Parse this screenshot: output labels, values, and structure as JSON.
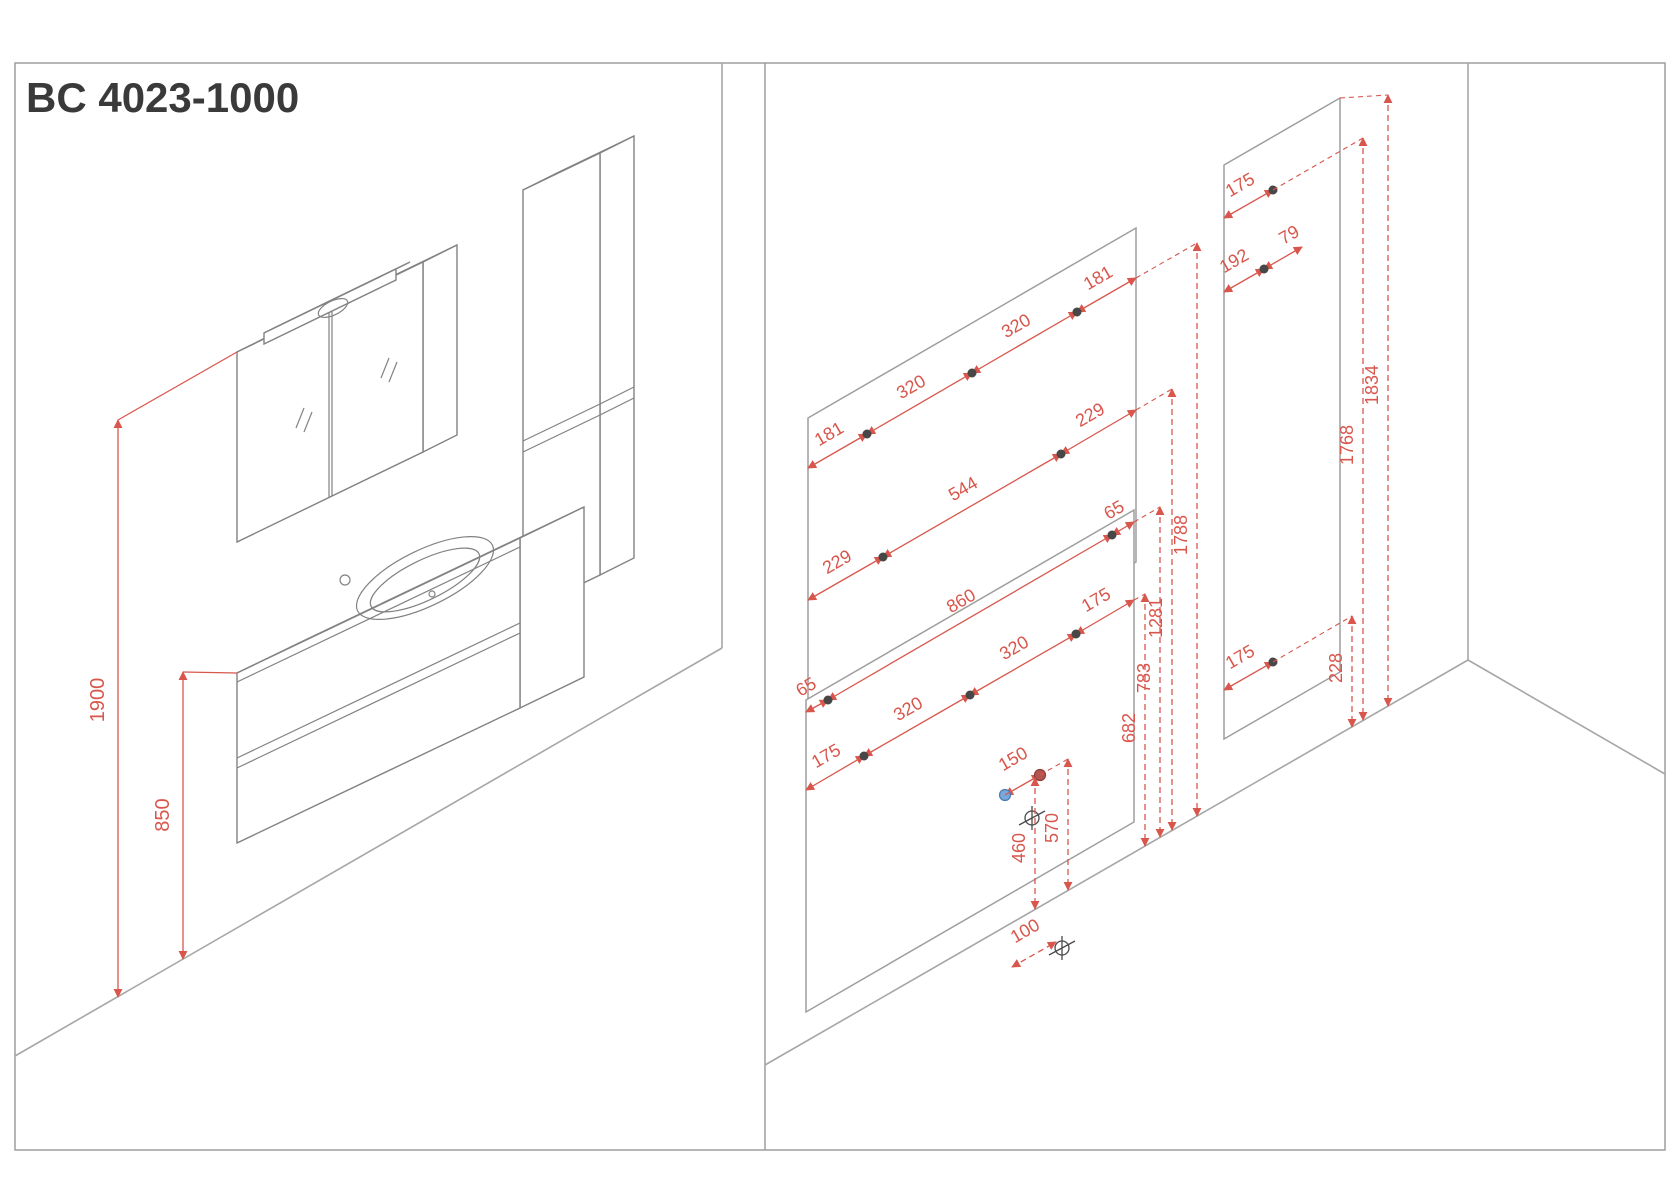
{
  "title": "BC 4023-1000",
  "colors": {
    "dimension_red": "#d8564c",
    "drawing_gray": "#828282",
    "room_gray": "#a6a6a6",
    "text_dark": "#3a3a3a",
    "cold_water_blue": "#7aa7d9",
    "hot_water_red": "#b45450"
  },
  "left_view": {
    "height_total": "1900",
    "height_vanity_top": "850"
  },
  "main": {
    "row_top": [
      "181",
      "320",
      "320",
      "181"
    ],
    "row_mid": [
      "229",
      "544",
      "229"
    ],
    "row_shelf": [
      "65",
      "860",
      "65"
    ],
    "row_vanity": [
      "175",
      "320",
      "320",
      "175"
    ],
    "water_spacing": "150",
    "drain_offset": "100",
    "height_top_row": "1788",
    "height_mid_row": "1281",
    "height_shelf_row": "783",
    "height_vanity_row": "682",
    "height_cold_water": "460",
    "height_hot_water": "570"
  },
  "tall": {
    "top_offset": "175",
    "mid_offset": "192",
    "mid_offset2": "79",
    "bottom_offset": "175",
    "height_top_mount": "1768",
    "height_overall": "1834",
    "height_bottom_mount": "228"
  }
}
